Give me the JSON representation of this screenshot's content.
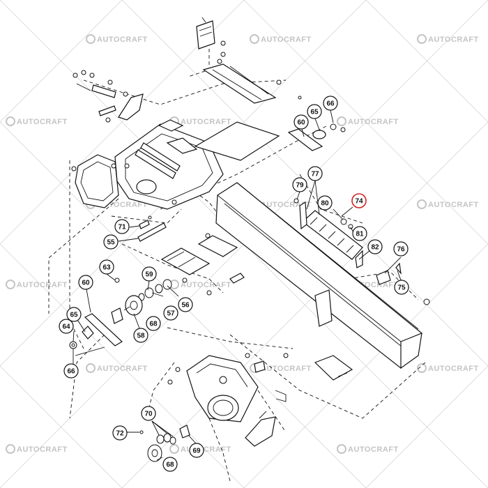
{
  "watermark": {
    "text": "AUTOCRAFT"
  },
  "highlight_color": "#d42020",
  "callouts": [
    {
      "id": "c55",
      "label": "55"
    },
    {
      "id": "c56",
      "label": "56"
    },
    {
      "id": "c57",
      "label": "57"
    },
    {
      "id": "c58",
      "label": "58"
    },
    {
      "id": "c59",
      "label": "59"
    },
    {
      "id": "c60a",
      "label": "60"
    },
    {
      "id": "c60b",
      "label": "60"
    },
    {
      "id": "c63",
      "label": "63"
    },
    {
      "id": "c64",
      "label": "64"
    },
    {
      "id": "c65a",
      "label": "65"
    },
    {
      "id": "c65b",
      "label": "65"
    },
    {
      "id": "c66a",
      "label": "66"
    },
    {
      "id": "c66b",
      "label": "66"
    },
    {
      "id": "c68a",
      "label": "68"
    },
    {
      "id": "c68b",
      "label": "68"
    },
    {
      "id": "c69",
      "label": "69"
    },
    {
      "id": "c70",
      "label": "70"
    },
    {
      "id": "c71",
      "label": "71"
    },
    {
      "id": "c72",
      "label": "72"
    },
    {
      "id": "c74",
      "label": "74",
      "highlighted": true
    },
    {
      "id": "c75",
      "label": "75"
    },
    {
      "id": "c76",
      "label": "76"
    },
    {
      "id": "c77",
      "label": "77"
    },
    {
      "id": "c79",
      "label": "79"
    },
    {
      "id": "c80",
      "label": "80"
    },
    {
      "id": "c81",
      "label": "81"
    },
    {
      "id": "c82",
      "label": "82"
    }
  ]
}
